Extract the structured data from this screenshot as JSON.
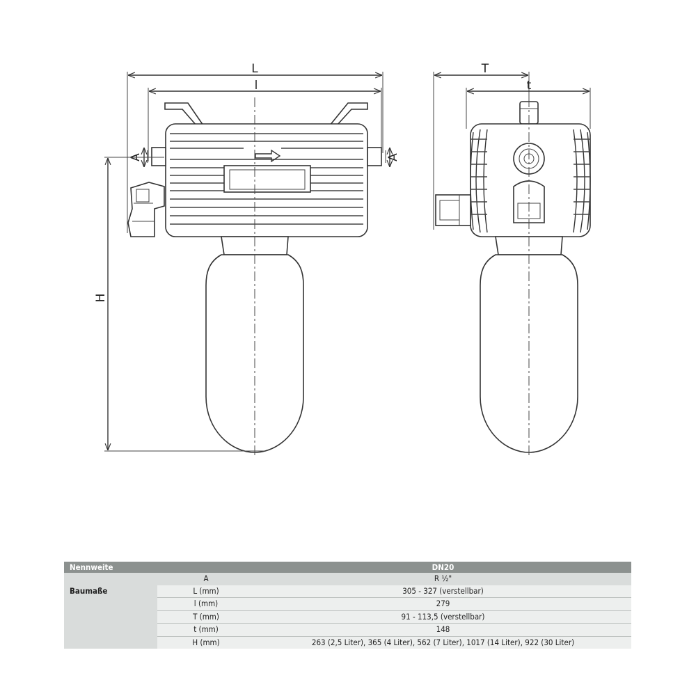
{
  "drawing": {
    "labels": {
      "L": "L",
      "l": "l",
      "T": "T",
      "t": "t",
      "A_left": "A",
      "A_right": "A",
      "H": "H"
    }
  },
  "table": {
    "header": {
      "col1": "Nennweite",
      "col3": "DN20"
    },
    "group_label": "Baumaße",
    "rows": [
      {
        "param": "A",
        "value": "R ½\""
      },
      {
        "param": "L (mm)",
        "value": "305 - 327 (verstellbar)"
      },
      {
        "param": "l (mm)",
        "value": "279"
      },
      {
        "param": "T (mm)",
        "value": "91 - 113,5 (verstellbar)"
      },
      {
        "param": "t (mm)",
        "value": "148"
      },
      {
        "param": "H (mm)",
        "value": "263 (2,5 Liter), 365 (4 Liter), 562 (7 Liter), 1017 (14 Liter), 922 (30 Liter)"
      }
    ]
  }
}
